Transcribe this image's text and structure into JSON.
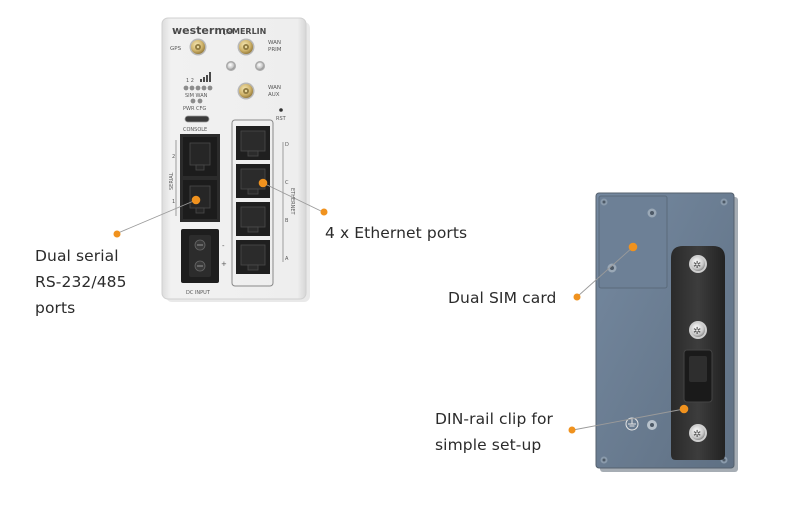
{
  "device": {
    "brand": "westermo",
    "model": "MERLIN",
    "port_labels": {
      "gps": "GPS",
      "wan_prim": [
        "WAN",
        "PRIM"
      ],
      "wan_aux": [
        "WAN",
        "AUX"
      ],
      "led_numbers": "1  2",
      "sim_wan": "SIM WAN",
      "pwr_cfg": "PWR CFG",
      "rst": "RST",
      "console": "CONSOLE",
      "serial": "SERIAL",
      "serial_2": "2",
      "serial_1": "1",
      "ethernet": "ETHERNET",
      "eth_d": "D",
      "eth_c": "C",
      "eth_b": "B",
      "eth_a": "A",
      "dc_minus": "-",
      "dc_plus": "+",
      "dc_input": "DC INPUT"
    }
  },
  "callouts": {
    "serial": [
      "Dual serial",
      "RS-232/485",
      "ports"
    ],
    "ethernet": [
      "4 x Ethernet ports"
    ],
    "sim": [
      "Dual SIM card"
    ],
    "din": [
      "DIN-rail clip for",
      "simple set-up"
    ]
  },
  "colors": {
    "accent": "#f0921e",
    "front_panel": "#eeeeee",
    "back_plate": "#66788a"
  }
}
